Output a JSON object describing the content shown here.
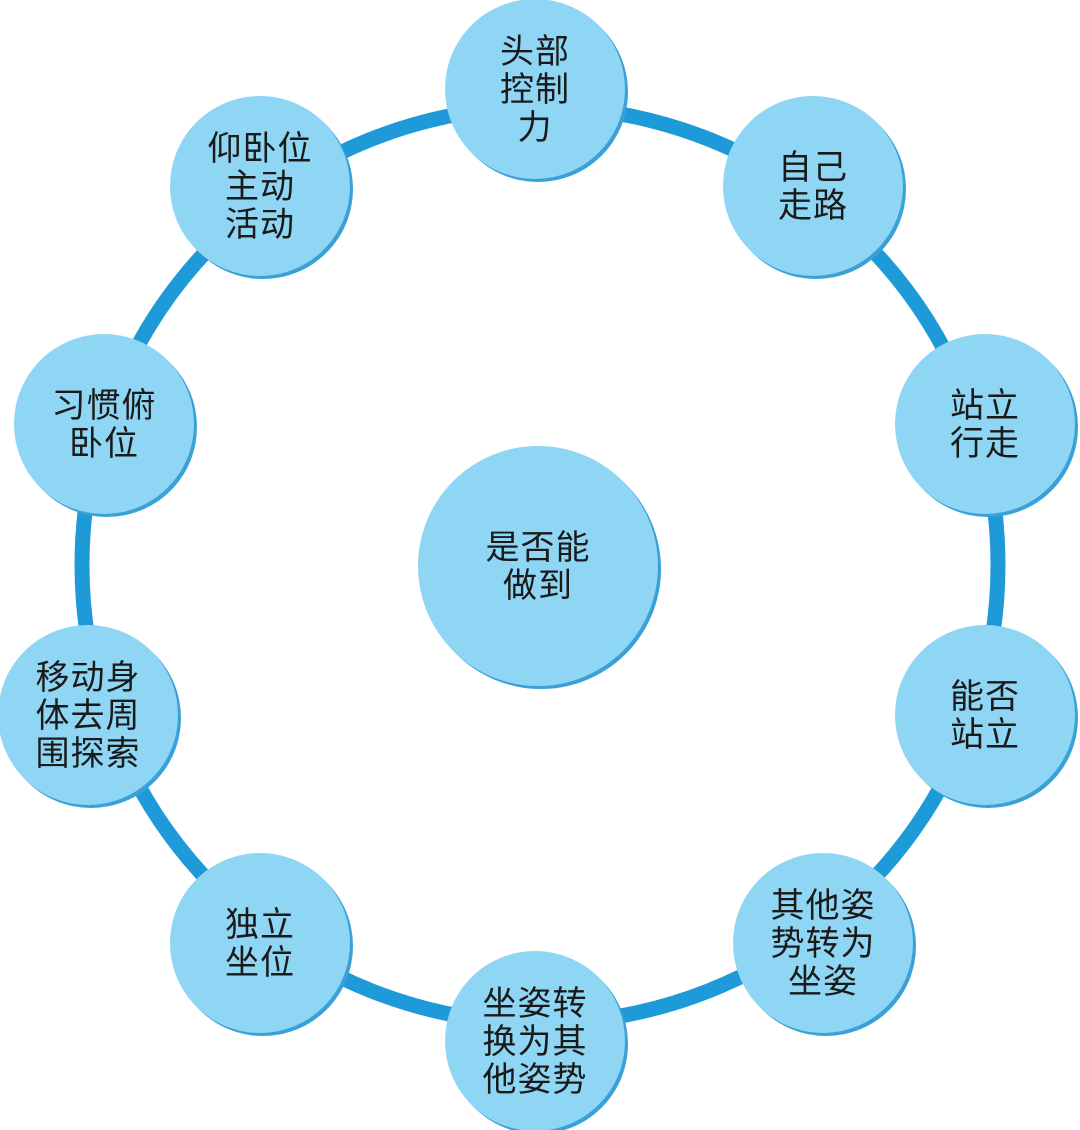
{
  "diagram": {
    "center": {
      "lines": [
        "是否能",
        "做到"
      ]
    },
    "nodes": [
      {
        "id": "head-control",
        "lines": [
          "头部",
          "控制",
          "力"
        ]
      },
      {
        "id": "walk-alone",
        "lines": [
          "自己",
          "走路"
        ]
      },
      {
        "id": "stand-walk",
        "lines": [
          "站立",
          "行走"
        ]
      },
      {
        "id": "can-stand",
        "lines": [
          "能否",
          "站立"
        ]
      },
      {
        "id": "other-to-sit",
        "lines": [
          "其他姿",
          "势转为",
          "坐姿"
        ]
      },
      {
        "id": "sit-to-other",
        "lines": [
          "坐姿转",
          "换为其",
          "他姿势"
        ]
      },
      {
        "id": "sit-independently",
        "lines": [
          "独立",
          "坐位"
        ]
      },
      {
        "id": "move-explore",
        "lines": [
          "移动身",
          "体去周",
          "围探索"
        ]
      },
      {
        "id": "prone-habit",
        "lines": [
          "习惯俯",
          "卧位"
        ]
      },
      {
        "id": "supine-active",
        "lines": [
          "仰卧位",
          "主动",
          "活动"
        ]
      }
    ],
    "colors": {
      "ring": "#1e9ad8",
      "circle_fill": "#8fd6f4",
      "circle_edge": "#3aa0d8",
      "text": "#1a1a1a"
    }
  }
}
